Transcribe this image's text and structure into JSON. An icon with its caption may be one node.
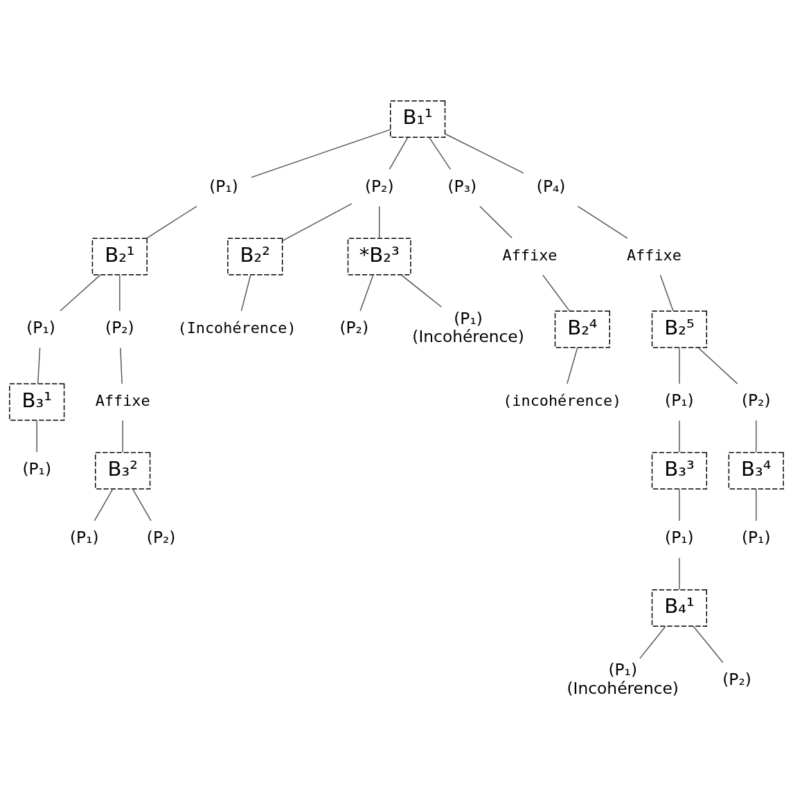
{
  "diagram": {
    "nodes": [
      {
        "text": [
          "B₁¹"
        ]
      },
      {
        "text": [
          "(P₁)"
        ]
      },
      {
        "text": [
          "(P₂)"
        ]
      },
      {
        "text": [
          "(P₃)"
        ]
      },
      {
        "text": [
          "(P₄)"
        ]
      },
      {
        "text": [
          "Affixe"
        ]
      },
      {
        "text": [
          "Affixe"
        ]
      },
      {
        "text": [
          "B₂¹"
        ]
      },
      {
        "text": [
          "B₂²"
        ]
      },
      {
        "text": [
          "*B₂³"
        ]
      },
      {
        "text": [
          "B₂⁴"
        ]
      },
      {
        "text": [
          "B₂⁵"
        ]
      },
      {
        "text": [
          "(P₁)"
        ]
      },
      {
        "text": [
          "(P₂)"
        ]
      },
      {
        "text": [
          "(Incohérence)"
        ]
      },
      {
        "text": [
          "(P₂)"
        ]
      },
      {
        "text": [
          "(incohérence)"
        ]
      },
      {
        "text": [
          "(P₁)"
        ]
      },
      {
        "text": [
          "(P₂)"
        ]
      },
      {
        "text": [
          "(P₁)"
        ],
        "beside": [
          "(Incohérence)"
        ]
      },
      {
        "text": [
          "Affixe"
        ]
      },
      {
        "text": [
          "B₃¹"
        ]
      },
      {
        "text": [
          "B₃²"
        ]
      },
      {
        "text": [
          "B₃³"
        ]
      },
      {
        "text": [
          "B₃⁴"
        ]
      },
      {
        "text": [
          "(P₁)"
        ]
      },
      {
        "text": [
          "(P₁)"
        ]
      },
      {
        "text": [
          "(P₂)"
        ]
      },
      {
        "text": [
          "(P₁)"
        ]
      },
      {
        "text": [
          "(P₁)"
        ]
      },
      {
        "text": [
          "B₄¹"
        ]
      },
      {
        "text": [
          "(P₁)"
        ],
        "beside": [
          "(Incohérence)"
        ]
      },
      {
        "text": [
          "(P₂)"
        ]
      }
    ],
    "edges": [
      {
        "from": 0,
        "to": 1,
        "arrow": "none"
      },
      {
        "from": 0,
        "to": 2,
        "arrow": "none"
      },
      {
        "from": 0,
        "to": 3,
        "arrow": "none"
      },
      {
        "from": 0,
        "to": 4,
        "arrow": "none"
      },
      {
        "from": 3,
        "to": 5,
        "arrow": "none"
      },
      {
        "from": 4,
        "to": 6,
        "arrow": "none"
      },
      {
        "from": 1,
        "to": 7,
        "arrow": "none"
      },
      {
        "from": 2,
        "to": 8,
        "arrow": "none"
      },
      {
        "from": 2,
        "to": 9,
        "arrow": "none"
      },
      {
        "from": 5,
        "to": 10,
        "arrow": "none"
      },
      {
        "from": 6,
        "to": 11,
        "arrow": "none"
      },
      {
        "from": 7,
        "to": 12,
        "arrow": "none"
      },
      {
        "from": 7,
        "to": 13,
        "arrow": "none"
      },
      {
        "from": 8,
        "to": 14,
        "arrow": "none"
      },
      {
        "from": 9,
        "to": 15,
        "arrow": "none"
      },
      {
        "from": 10,
        "to": 16,
        "arrow": "none"
      },
      {
        "from": 11,
        "to": 17,
        "arrow": "none"
      },
      {
        "from": 11,
        "to": 18,
        "arrow": "none"
      },
      {
        "from": 9,
        "to": 19,
        "arrow": "none"
      },
      {
        "from": 13,
        "to": 20,
        "arrow": "none"
      },
      {
        "from": 12,
        "to": 21,
        "arrow": "none"
      },
      {
        "from": 20,
        "to": 22,
        "arrow": "none"
      },
      {
        "from": 17,
        "to": 23,
        "arrow": "none"
      },
      {
        "from": 18,
        "to": 24,
        "arrow": "none"
      },
      {
        "from": 21,
        "to": 25,
        "arrow": "none"
      },
      {
        "from": 22,
        "to": 26,
        "arrow": "none"
      },
      {
        "from": 22,
        "to": 27,
        "arrow": "none"
      },
      {
        "from": 23,
        "to": 28,
        "arrow": "none"
      },
      {
        "from": 24,
        "to": 29,
        "arrow": "none"
      },
      {
        "from": 28,
        "to": 30,
        "arrow": "none"
      },
      {
        "from": 30,
        "to": 31,
        "arrow": "none"
      },
      {
        "from": 30,
        "to": 32,
        "arrow": "none"
      }
    ]
  }
}
